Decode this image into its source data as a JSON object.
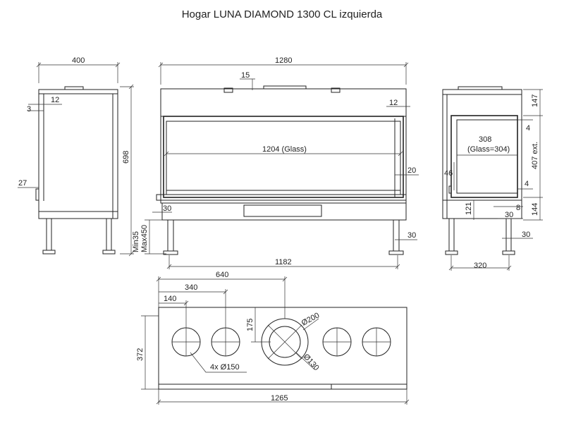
{
  "title": "Hogar LUNA DIAMOND 1300 CL izquierda",
  "dims": {
    "side_width": "400",
    "side_height": "698",
    "side_12": "12",
    "side_3": "3",
    "side_27": "27",
    "front_width": "1280",
    "front_15": "15",
    "front_12": "12",
    "glass": "1204 (Glass)",
    "front_20": "20",
    "front_30": "30",
    "legs_span": "1182",
    "leg_30": "30",
    "leg_height": "Min35\nMax450",
    "right_147": "147",
    "right_4_top": "4",
    "right_407": "407 ext.",
    "right_4_bottom": "4",
    "right_144": "144",
    "right_308": "308",
    "right_glass": "(Glass=304)",
    "right_46": "46",
    "right_121": "121",
    "right_8": "8",
    "right_30a": "30",
    "right_30b": "30",
    "right_320": "320",
    "top_640": "640",
    "top_340": "340",
    "top_140": "140",
    "top_175": "175",
    "top_372": "372",
    "top_1265": "1265",
    "holes": "4x Ø150",
    "d200": "Ø200",
    "d130": "Ø130"
  }
}
